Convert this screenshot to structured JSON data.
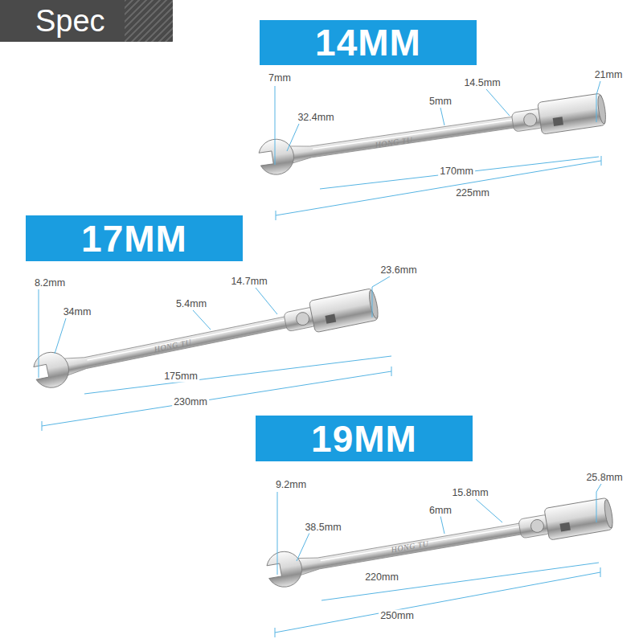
{
  "diagram": {
    "nodes": [
      {
        "text": [
          "Spec"
        ]
      },
      {
        "text": [
          "14MM"
        ]
      },
      {
        "text": [
          "17MM"
        ]
      },
      {
        "text": [
          "19MM"
        ]
      }
    ],
    "labels": [
      "7mm",
      "32.4mm",
      "5mm",
      "14.5mm",
      "21mm",
      "170mm",
      "225mm",
      "HONG TU",
      "8.2mm",
      "34mm",
      "5.4mm",
      "14.7mm",
      "23.6mm",
      "175mm",
      "230mm",
      "HONG TU",
      "9.2mm",
      "38.5mm",
      "6mm",
      "15.8mm",
      "25.8mm",
      "220mm",
      "250mm",
      "HONG TU"
    ]
  }
}
